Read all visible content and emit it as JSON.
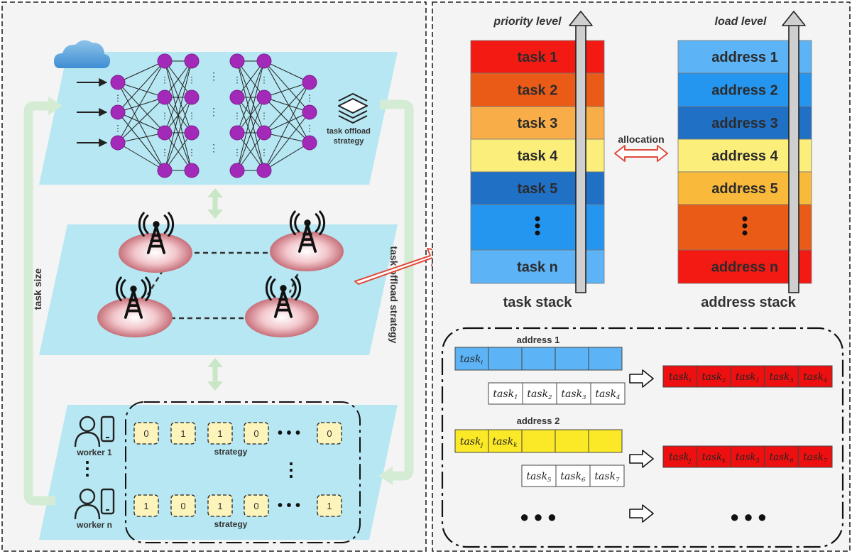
{
  "left": {
    "cloud_icon": "cloud-icon",
    "layers_icon": "layers-icon",
    "strategy_caption_line1": "task offload",
    "strategy_caption_line2": "strategy",
    "left_arrow_label": "task size",
    "right_arrow_label": "task offload strategy",
    "workers": [
      {
        "label": "worker 1",
        "bits": [
          "0",
          "1",
          "1",
          "0",
          "0"
        ],
        "strategy_label": "strategy"
      },
      {
        "label": "worker n",
        "bits": [
          "1",
          "0",
          "1",
          "0",
          "1"
        ],
        "strategy_label": "strategy"
      }
    ],
    "ellipsis": "⋮",
    "hdots": "• • •"
  },
  "right": {
    "priority_label": "priority level",
    "load_label": "load level",
    "task_stack": {
      "caption": "task stack",
      "items": [
        {
          "label": "task 1",
          "color": "#f41a14"
        },
        {
          "label": "task 2",
          "color": "#ea5b17"
        },
        {
          "label": "task 3",
          "color": "#f9ad49"
        },
        {
          "label": "task 4",
          "color": "#fcee7b"
        },
        {
          "label": "task 5",
          "color": "#2070c6"
        },
        {
          "label": "•\n•\n•",
          "color": "#2596ef"
        },
        {
          "label": "task n",
          "color": "#5cb3f5"
        }
      ]
    },
    "address_stack": {
      "caption": "address stack",
      "items": [
        {
          "label": "address 1",
          "color": "#5cb3f5"
        },
        {
          "label": "address 2",
          "color": "#2596ef"
        },
        {
          "label": "address 3",
          "color": "#2070c6"
        },
        {
          "label": "address 4",
          "color": "#fcee7b"
        },
        {
          "label": "address 5",
          "color": "#f9ba3b"
        },
        {
          "label": "•\n•\n•",
          "color": "#ea5b17"
        },
        {
          "label": "address n",
          "color": "#f41a14"
        }
      ]
    },
    "allocation_label": "allocation",
    "queues": [
      {
        "address_label": "address 1",
        "bar_color": "#5cb3f5",
        "queue": [
          {
            "b": "task",
            "s": "i"
          }
        ],
        "incoming": [
          {
            "b": "task",
            "s": "1"
          },
          {
            "b": "task",
            "s": "2"
          },
          {
            "b": "task",
            "s": "3"
          },
          {
            "b": "task",
            "s": "4"
          }
        ],
        "result": [
          {
            "b": "task",
            "s": "i"
          },
          {
            "b": "task",
            "s": "2"
          },
          {
            "b": "task",
            "s": "1"
          },
          {
            "b": "task",
            "s": "3"
          },
          {
            "b": "task",
            "s": "4"
          }
        ]
      },
      {
        "address_label": "address 2",
        "bar_color": "#fbe827",
        "queue": [
          {
            "b": "task",
            "s": "j"
          },
          {
            "b": "task",
            "s": "k"
          }
        ],
        "incoming": [
          {
            "b": "task",
            "s": "5"
          },
          {
            "b": "task",
            "s": "6"
          },
          {
            "b": "task",
            "s": "7"
          }
        ],
        "result": [
          {
            "b": "task",
            "s": "j"
          },
          {
            "b": "task",
            "s": "k"
          },
          {
            "b": "task",
            "s": "5"
          },
          {
            "b": "task",
            "s": "6"
          },
          {
            "b": "task",
            "s": "7"
          }
        ]
      }
    ],
    "result_color": "#ee1010",
    "more_dots": "● ● ●"
  }
}
